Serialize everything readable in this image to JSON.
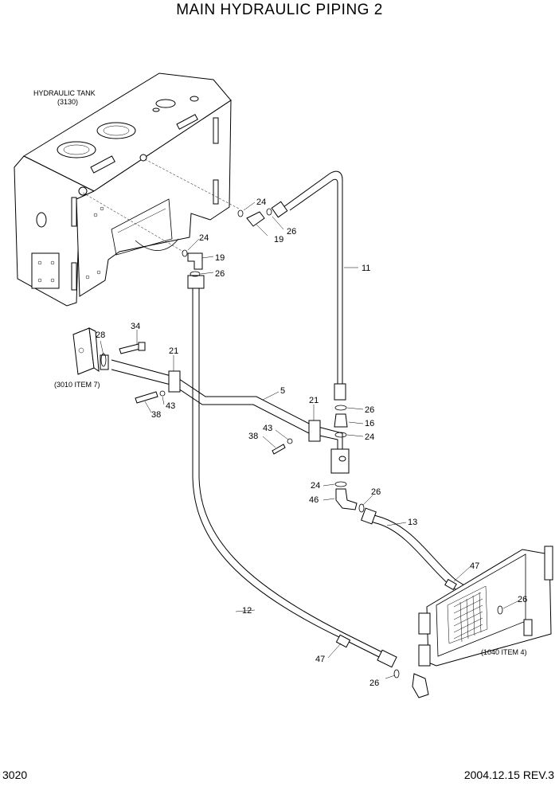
{
  "title": "MAIN HYDRAULIC PIPING 2",
  "page_number": "3020",
  "revision": "2004.12.15  REV.3",
  "components": {
    "hydraulic_tank": {
      "label": "HYDRAULIC TANK",
      "ref": "(3130)"
    },
    "ref_3010": "(3010 ITEM 7)",
    "ref_1040": "(1040 ITEM 4)"
  },
  "callouts": {
    "c24a": "24",
    "c19a": "19",
    "c26a": "26",
    "c24b": "24",
    "c19b": "19",
    "c26b": "26",
    "c11": "11",
    "c34": "34",
    "c28": "28",
    "c21a": "21",
    "c5": "5",
    "c21b": "21",
    "c43a": "43",
    "c38a": "38",
    "c26c": "26",
    "c16": "16",
    "c24c": "24",
    "c43b": "43",
    "c38b": "38",
    "c24d": "24",
    "c26d": "26",
    "c46": "46",
    "c13": "13",
    "c47a": "47",
    "c26e": "26",
    "c12": "12",
    "c47b": "47",
    "c26f": "26"
  }
}
